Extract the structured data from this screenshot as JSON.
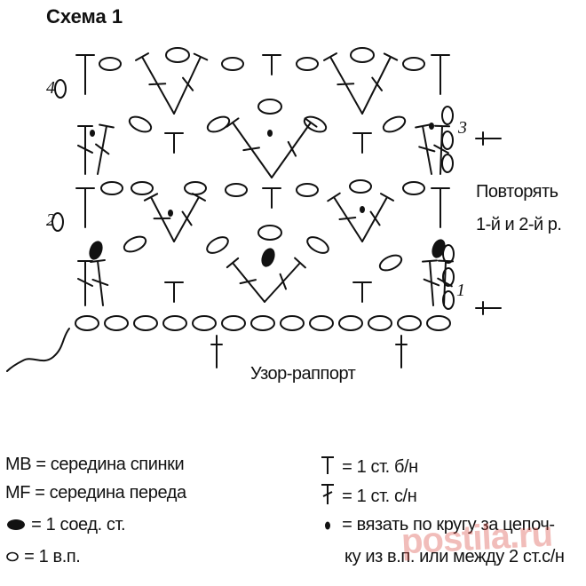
{
  "title": "Схема 1",
  "row_numbers": [
    "1",
    "2",
    "3",
    "4"
  ],
  "repeat_note": [
    "Повторять",
    "1-й и 2-й р."
  ],
  "repeat_label": "Узор-раппорт",
  "legend_left": [
    {
      "symbol": "text",
      "text": "MB = середина спинки"
    },
    {
      "symbol": "text",
      "text": "MF = середина переда"
    },
    {
      "symbol": "slip-stitch",
      "text": "=  1 соед. ст."
    },
    {
      "symbol": "chain",
      "text": "= 1 в.п."
    }
  ],
  "legend_right": [
    {
      "symbol": "single-crochet",
      "text": "= 1 ст. б/н"
    },
    {
      "symbol": "double-crochet",
      "text": "= 1 ст. с/н"
    },
    {
      "symbol": "dot",
      "text": "= вязать по кругу за цепоч-"
    },
    {
      "symbol": "none",
      "text": "ку из в.п. или между 2 ст.с/н"
    }
  ],
  "watermark": "postila.ru",
  "colors": {
    "ink": "#111111",
    "watermark": "#d9463c"
  }
}
